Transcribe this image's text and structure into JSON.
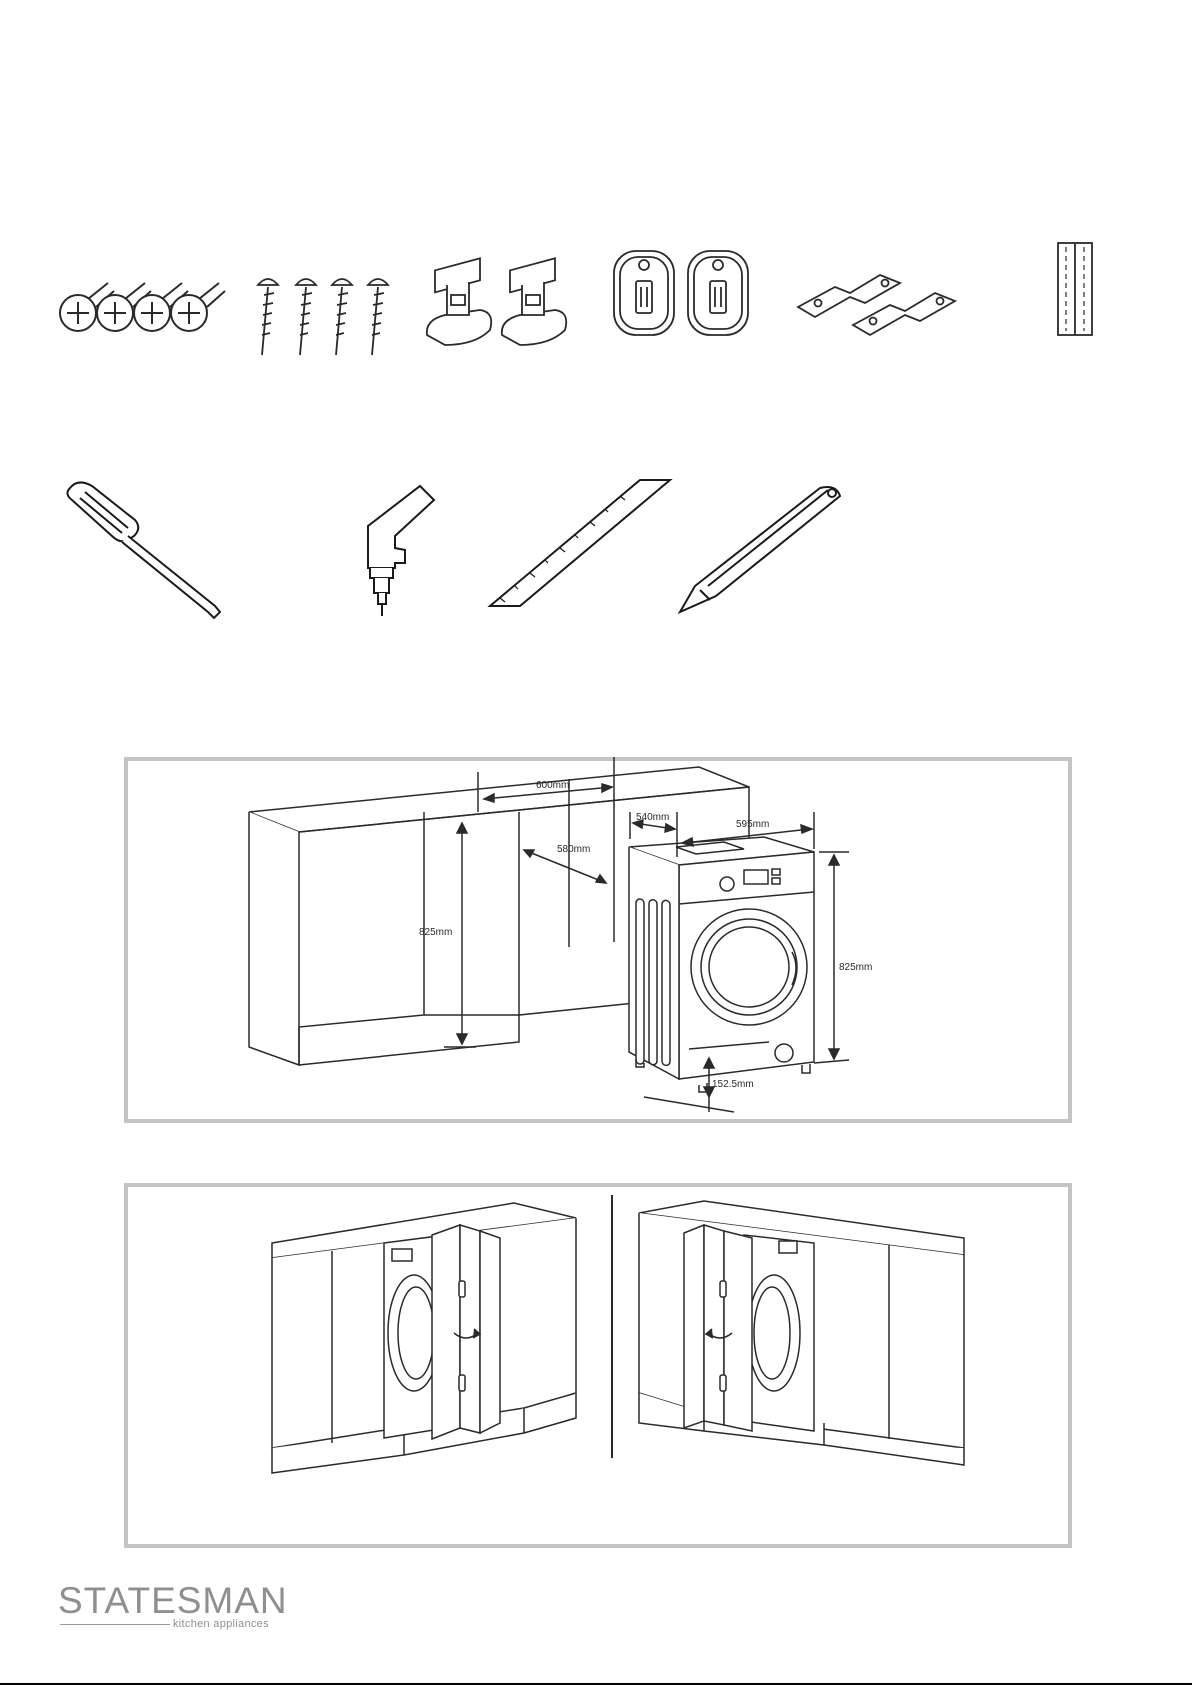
{
  "dimensions": {
    "cabinet_width": "600mm",
    "cabinet_inner_width": "580mm",
    "cabinet_height": "825mm",
    "machine_depth": "540mm",
    "machine_width": "595mm",
    "machine_height": "825mm",
    "plinth_height": "152.5mm"
  },
  "brand": {
    "name": "STATESMAN",
    "tagline": "kitchen appliances"
  },
  "colors": {
    "frame_border": "#c4c4c4",
    "line_art": "#2a2a2a",
    "brand_gray": "#8f8f8f"
  }
}
